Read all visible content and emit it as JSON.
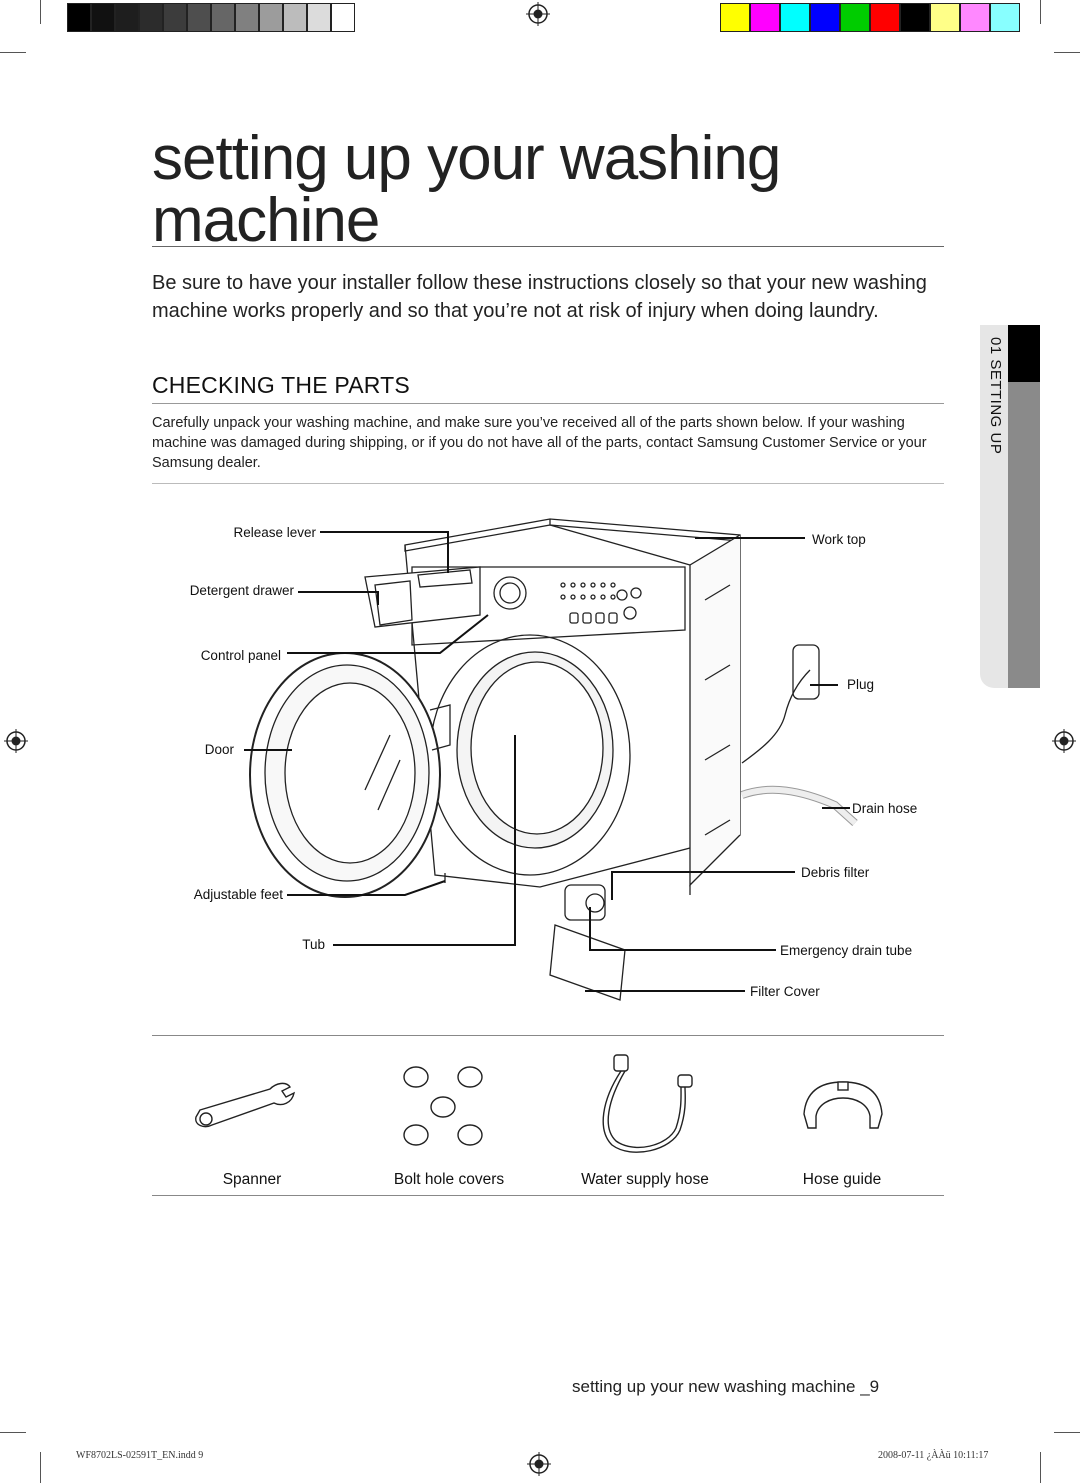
{
  "page": {
    "title": "setting up your washing machine",
    "intro": "Be sure to have your installer follow these instructions closely so that your new washing machine works properly and so that you’re not at risk of injury when doing laundry.",
    "section_heading": "CHECKING THE PARTS",
    "section_body": "Carefully unpack your washing machine, and make sure you’ve received all of the parts shown below. If your washing machine was damaged during shipping, or if you do not have all of the parts, contact Samsung Customer Service or your Samsung dealer.",
    "side_tab": "01 SETTING UP",
    "footer": "setting up your new washing machine _9",
    "slug_left": "WF8702LS-02591T_EN.indd   9",
    "slug_right": "2008-07-11   ¿ÀÀü 10:11:17"
  },
  "diagram": {
    "callouts_left": [
      "Release lever",
      "Detergent drawer",
      "Control panel",
      "Door",
      "Adjustable feet",
      "Tub"
    ],
    "callouts_right": [
      "Work top",
      "Plug",
      "Drain hose",
      "Debris filter",
      "Emergency drain tube",
      "Filter Cover"
    ]
  },
  "accessories": [
    "Spanner",
    "Bolt hole covers",
    "Water supply hose",
    "Hose guide"
  ],
  "colors": {
    "gray_bar": [
      "#000000",
      "#111111",
      "#1e1e1e",
      "#2c2c2c",
      "#3c3c3c",
      "#4e4e4e",
      "#666666",
      "#808080",
      "#9c9c9c",
      "#bcbcbc",
      "#dcdcdc",
      "#ffffff"
    ],
    "color_bar": [
      "#ffff00",
      "#ff00ff",
      "#00ffff",
      "#0000ff",
      "#00cc00",
      "#ff0000",
      "#000000",
      "#ffff88",
      "#ff88ff",
      "#88ffff"
    ]
  }
}
